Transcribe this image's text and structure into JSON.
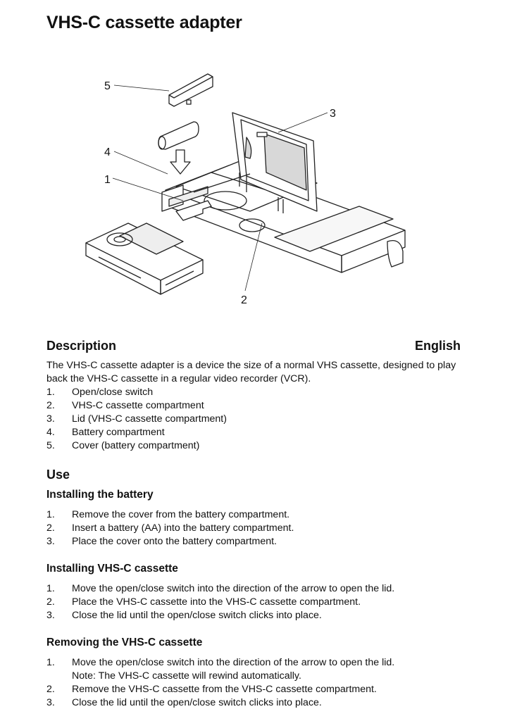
{
  "title": "VHS-C cassette adapter",
  "figure": {
    "callouts": [
      "5",
      "4",
      "1",
      "3",
      "2"
    ]
  },
  "description": {
    "heading": "Description",
    "language": "English",
    "intro": "The VHS-C cassette adapter is a device the size of a normal VHS cassette, designed to play back the VHS-C cassette in a regular video recorder (VCR).",
    "items": [
      {
        "num": "1.",
        "text": "Open/close switch"
      },
      {
        "num": "2.",
        "text": "VHS-C cassette compartment"
      },
      {
        "num": "3.",
        "text": "Lid (VHS-C cassette compartment)"
      },
      {
        "num": "4.",
        "text": "Battery compartment"
      },
      {
        "num": "5.",
        "text": "Cover (battery compartment)"
      }
    ]
  },
  "use": {
    "heading": "Use",
    "battery": {
      "heading": "Installing the battery",
      "steps": [
        {
          "num": "1.",
          "text": "Remove the cover from the battery compartment."
        },
        {
          "num": "2.",
          "text": "Insert a battery (AA) into the battery compartment."
        },
        {
          "num": "3.",
          "text": "Place the cover onto the battery compartment."
        }
      ]
    },
    "install": {
      "heading": "Installing VHS-C cassette",
      "steps": [
        {
          "num": "1.",
          "text": "Move the open/close switch into the direction of the arrow to open the lid."
        },
        {
          "num": "2.",
          "text": "Place the VHS-C cassette into the VHS-C cassette compartment."
        },
        {
          "num": "3.",
          "text": "Close the lid until the open/close switch clicks into place."
        }
      ]
    },
    "remove": {
      "heading": "Removing the VHS-C cassette",
      "steps": [
        {
          "num": "1.",
          "text": "Move the open/close switch into the direction of the arrow to open the lid."
        },
        {
          "num": "",
          "text": "Note: The VHS-C cassette will rewind automatically."
        },
        {
          "num": "2.",
          "text": "Remove the VHS-C cassette from the VHS-C cassette compartment."
        },
        {
          "num": "3.",
          "text": "Close the lid until the open/close switch clicks into place."
        }
      ]
    }
  }
}
